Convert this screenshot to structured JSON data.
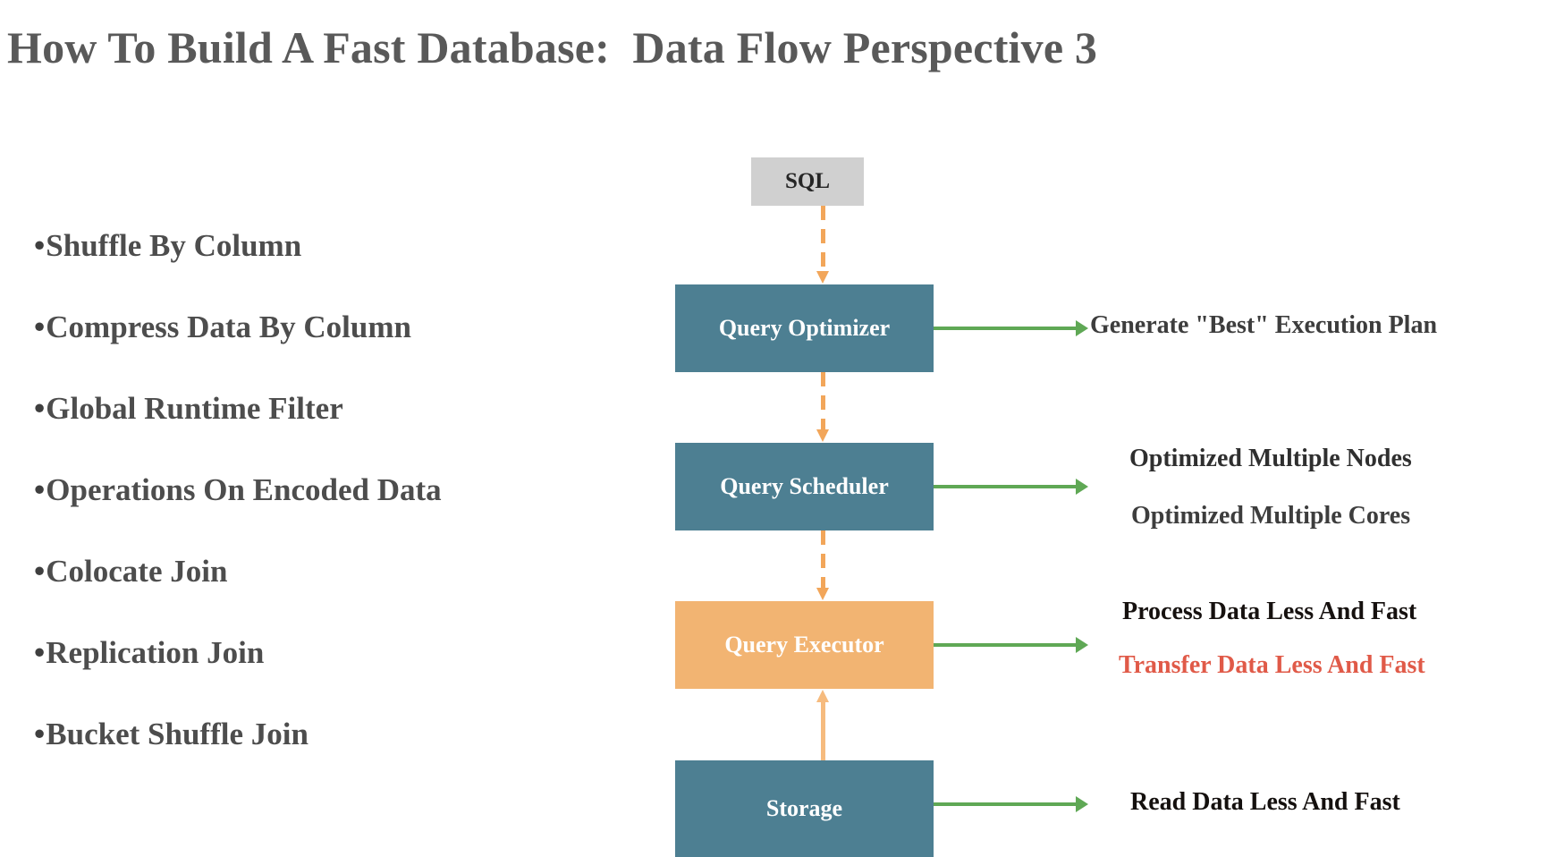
{
  "slide": {
    "title": "How To Build A Fast Database:  Data Flow Perspective 3",
    "background_color": "#ffffff"
  },
  "bullets": {
    "marker": "•",
    "items": [
      {
        "label": "Shuffle By Column"
      },
      {
        "label": "Compress Data By Column"
      },
      {
        "label": "Global Runtime Filter"
      },
      {
        "label": "Operations On Encoded Data"
      },
      {
        "label": "Colocate Join"
      },
      {
        "label": "Replication Join"
      },
      {
        "label": "Bucket Shuffle Join"
      }
    ]
  },
  "diagram": {
    "nodes": [
      {
        "id": "sql",
        "label": "SQL",
        "fill": "#d0d0d0",
        "text_color": "#262626"
      },
      {
        "id": "optimizer",
        "label": "Query Optimizer",
        "fill": "#4d7f92",
        "text_color": "#ffffff"
      },
      {
        "id": "scheduler",
        "label": "Query Scheduler",
        "fill": "#4d7f92",
        "text_color": "#ffffff"
      },
      {
        "id": "executor",
        "label": "Query Executor",
        "fill": "#f2b472",
        "text_color": "#ffffff"
      },
      {
        "id": "storage",
        "label": "Storage",
        "fill": "#4d7f92",
        "text_color": "#ffffff"
      }
    ],
    "connectors": [
      {
        "from": "sql",
        "to": "optimizer",
        "style": "dashed",
        "direction": "down",
        "color": "#f2a65a"
      },
      {
        "from": "optimizer",
        "to": "scheduler",
        "style": "dashed",
        "direction": "down",
        "color": "#f2a65a"
      },
      {
        "from": "scheduler",
        "to": "executor",
        "style": "dashed",
        "direction": "down",
        "color": "#f2a65a"
      },
      {
        "from": "storage",
        "to": "executor",
        "style": "solid",
        "direction": "up",
        "color": "#f6bb7e"
      }
    ],
    "output_arrow_color": "#5fa855",
    "annotations": [
      {
        "for": "optimizer",
        "text": "Generate \"Best\" Execution Plan",
        "color": "#3d3d3d"
      },
      {
        "for": "scheduler",
        "text": "Optimized Multiple Nodes",
        "color": "#2f2f2f"
      },
      {
        "for": "scheduler",
        "text": "Optimized Multiple Cores",
        "color": "#3d3d3d"
      },
      {
        "for": "executor",
        "text": "Process Data Less And Fast",
        "color": "#16110f"
      },
      {
        "for": "executor",
        "text": "Transfer Data Less And Fast",
        "color": "#e05a48"
      },
      {
        "for": "storage",
        "text": "Read Data Less And Fast",
        "color": "#14100e"
      }
    ]
  }
}
